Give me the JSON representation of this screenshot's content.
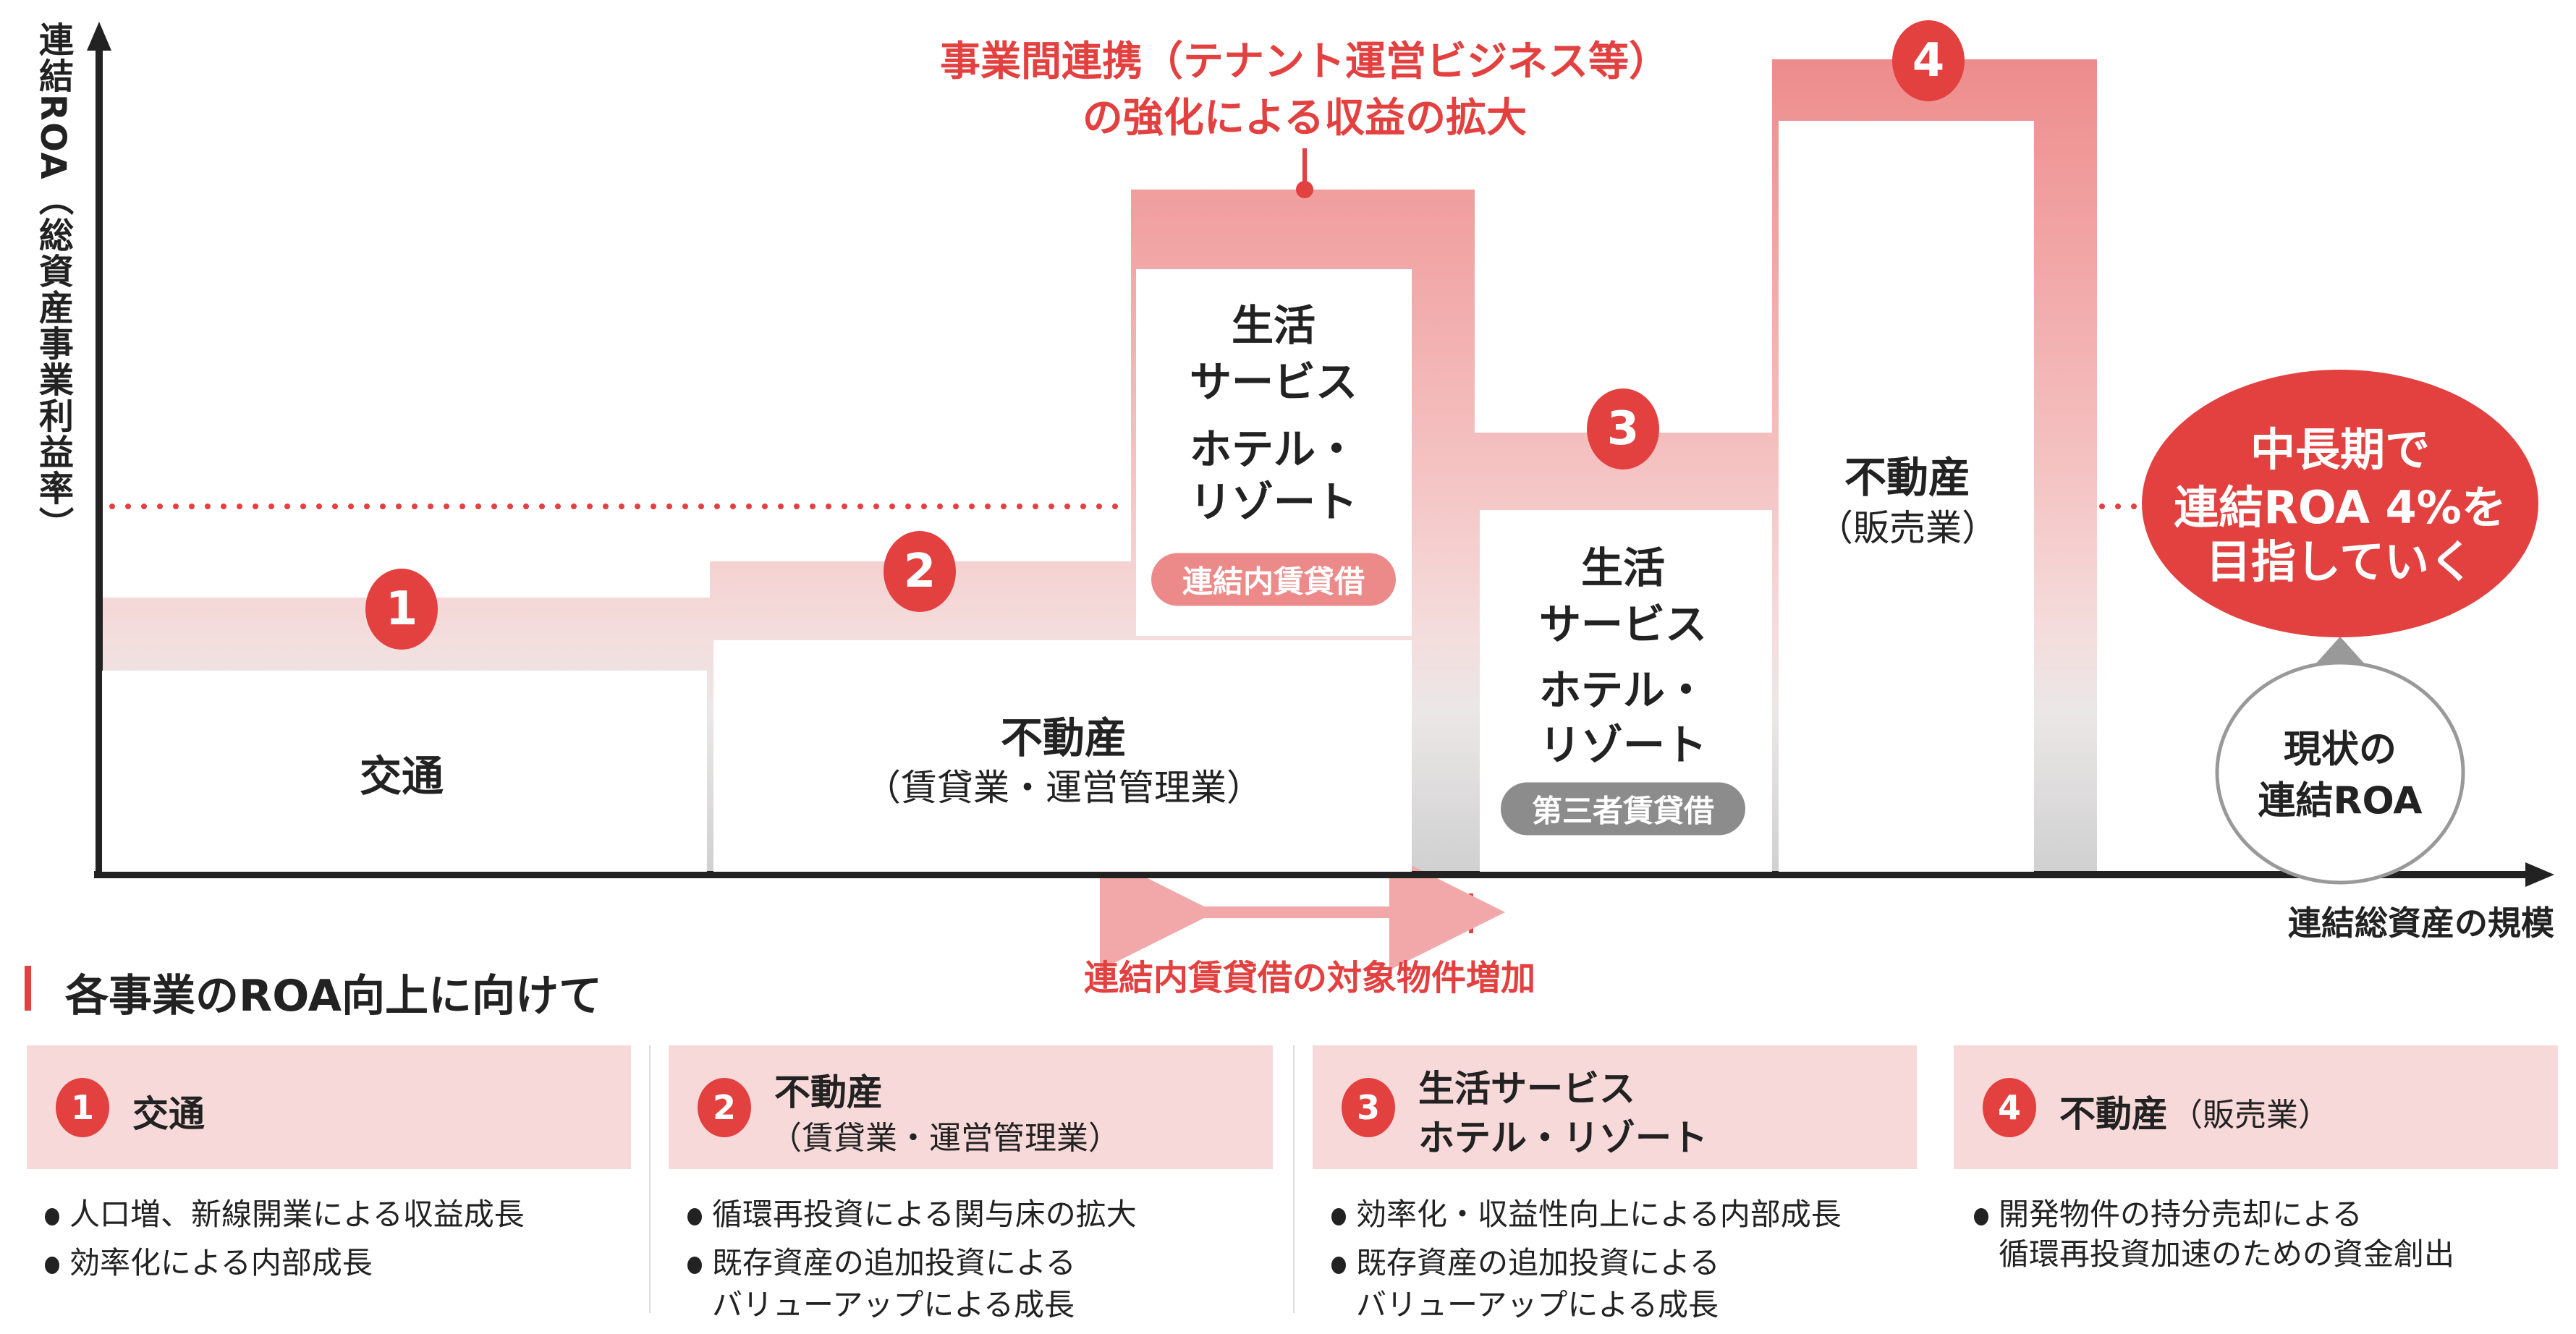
{
  "axes": {
    "y_label": "連結ROA（総資産事業利益率）",
    "x_label": "連結総資産の規模"
  },
  "callout_top": {
    "line1": "事業間連携（テナント運営ビジネス等）",
    "line2": "の強化による収益の拡大"
  },
  "segments": {
    "s1": {
      "number": "1",
      "label": "交通"
    },
    "s2": {
      "number": "2",
      "label": "不動産",
      "sub": "（賃貸業・運営管理業）"
    },
    "s3a": {
      "lines": [
        "生活",
        "サービス",
        "ホテル・",
        "リゾート"
      ],
      "badge": "連結内賃貸借"
    },
    "s3b": {
      "number": "3",
      "lines": [
        "生活",
        "サービス",
        "ホテル・",
        "リゾート"
      ],
      "badge": "第三者賃貸借"
    },
    "s4": {
      "number": "4",
      "label": "不動産",
      "sub": "（販売業）"
    }
  },
  "range_label": "連結内賃貸借の対象物件増加",
  "target": {
    "lines": [
      "中長期で",
      "連結ROA 4%を",
      "目指していく"
    ]
  },
  "current": {
    "lines": [
      "現状の",
      "連結ROA"
    ]
  },
  "section_title": "各事業のROA向上に向けて",
  "cards": [
    {
      "number": "1",
      "title": "交通",
      "bullets": [
        "人口増、新線開業による収益成長",
        "効率化による内部成長"
      ]
    },
    {
      "number": "2",
      "title": "不動産",
      "subtitle": "（賃貸業・運営管理業）",
      "bullets": [
        "循環再投資による関与床の拡大",
        "既存資産の追加投資による",
        "バリューアップによる成長"
      ]
    },
    {
      "number": "3",
      "title": "生活サービス",
      "subtitle": "ホテル・リゾート",
      "bullets": [
        "効率化・収益性向上による内部成長",
        "既存資産の追加投資による",
        "バリューアップによる成長"
      ]
    },
    {
      "number": "4",
      "title": "不動産",
      "subtitle": "（販売業）",
      "bullets": [
        "開発物件の持分売却による",
        "循環再投資加速のための資金創出"
      ]
    }
  ],
  "colors": {
    "accent": "#e34040",
    "band_top": "#ee8c8c",
    "band_bottom": "#d2d2d2",
    "card_bg": "#f8d9d9"
  }
}
